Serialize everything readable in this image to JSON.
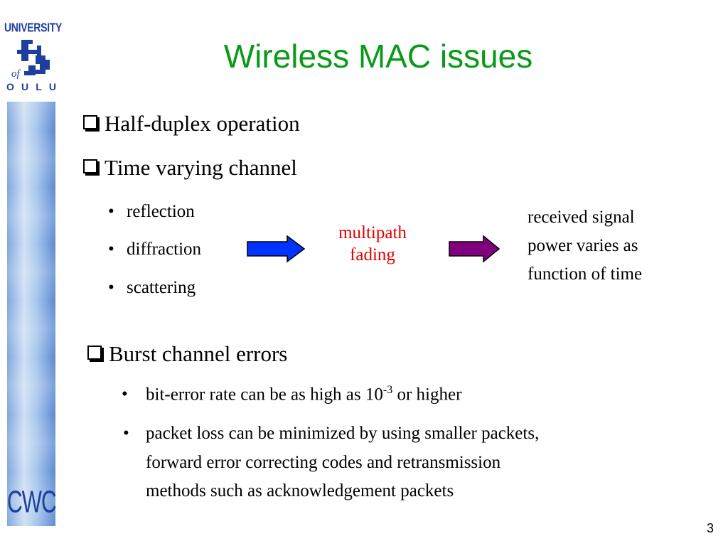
{
  "logo": {
    "top": "UNIVERSITY",
    "of": "of",
    "bottom": [
      "O",
      "U",
      "L",
      "U"
    ],
    "sidebar_text": "CWC"
  },
  "title": "Wireless MAC issues",
  "sections": {
    "half_duplex": "Half-duplex operation",
    "time_varying": "Time varying channel",
    "causes": [
      "reflection",
      "diffraction",
      "scattering"
    ],
    "middle": [
      "multipath",
      "fading"
    ],
    "result": [
      "received signal",
      "power varies as",
      "function of time"
    ],
    "burst": "Burst channel errors",
    "ber_pre": "bit-error rate can be as high as 10",
    "ber_exp": "-3",
    "ber_post": " or higher",
    "packet_loss": [
      "packet loss can be minimized by using smaller packets,",
      "forward error correcting codes and retransmission",
      "methods such as acknowledgement packets"
    ]
  },
  "bullet_char": "•",
  "colors": {
    "title": "#0a9a1a",
    "middle_text": "#e00000",
    "arrow1": "#0033ff",
    "arrow2": "#800080",
    "logo": "#1f3f9e"
  },
  "page_number": "3"
}
